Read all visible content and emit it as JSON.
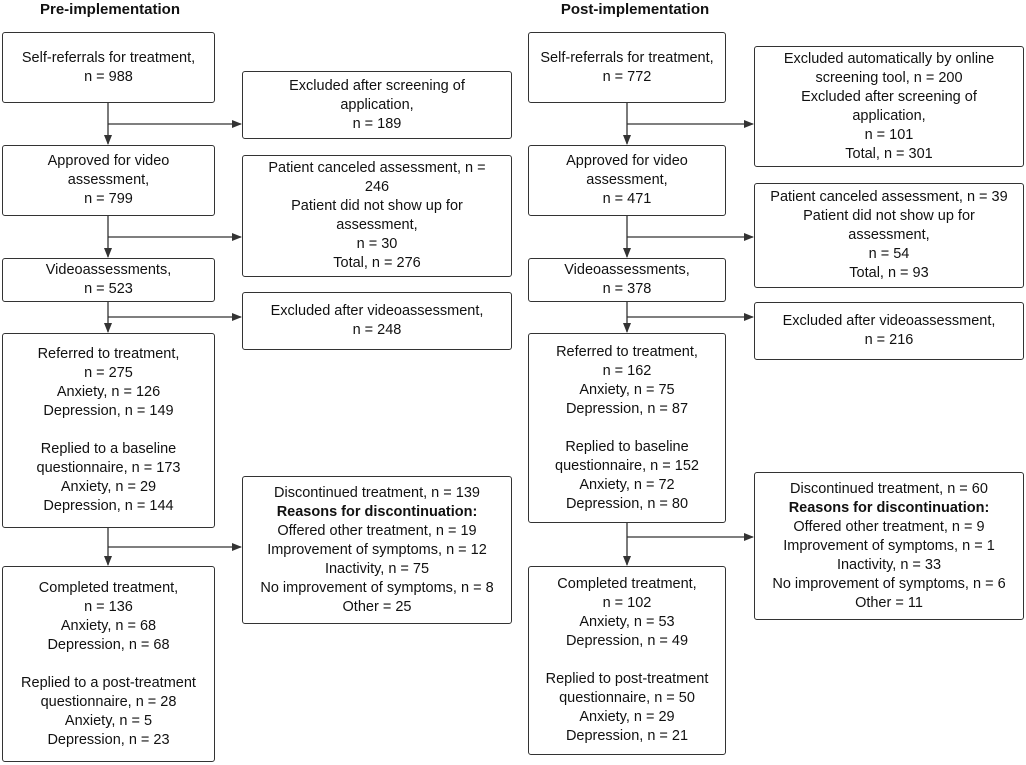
{
  "headings": {
    "pre": "Pre-implementation",
    "post": "Post-implementation"
  },
  "pre": {
    "self_referrals": [
      "Self-referrals for treatment,",
      "n = 988"
    ],
    "excluded_screening": [
      "Excluded after screening of",
      "application,",
      "n = 189"
    ],
    "approved": [
      "Approved for video",
      "assessment,",
      "n = 799"
    ],
    "canceled": [
      "Patient canceled assessment, n =",
      "246",
      "Patient did not show up for",
      "assessment,",
      "n = 30",
      "Total, n = 276"
    ],
    "videoassessments": [
      "Videoassessments,",
      "n = 523"
    ],
    "excluded_video": [
      "Excluded after videoassessment,",
      "n = 248"
    ],
    "referred": [
      "Referred to treatment,",
      "n = 275",
      "Anxiety, n = 126",
      "Depression, n = 149",
      "",
      "Replied to a baseline",
      "questionnaire, n = 173",
      "Anxiety, n = 29",
      "Depression, n = 144"
    ],
    "discontinued": [
      "Discontinued treatment, n = 139",
      "Reasons for discontinuation:",
      "Offered other treatment, n = 19",
      "Improvement of symptoms, n = 12",
      "Inactivity, n = 75",
      "No improvement of symptoms, n = 8",
      "Other = 25"
    ],
    "completed": [
      "Completed treatment,",
      "n = 136",
      "Anxiety, n = 68",
      "Depression, n = 68",
      "",
      "Replied to a post-treatment",
      "questionnaire, n = 28",
      "Anxiety, n = 5",
      "Depression, n = 23"
    ]
  },
  "post": {
    "self_referrals": [
      "Self-referrals for treatment,",
      "n = 772"
    ],
    "excluded_screening": [
      "Excluded automatically by online",
      "screening tool, n = 200",
      "Excluded after screening of",
      "application,",
      "n = 101",
      "Total, n = 301"
    ],
    "approved": [
      "Approved for video",
      "assessment,",
      "n = 471"
    ],
    "canceled": [
      "Patient canceled assessment, n = 39",
      "Patient did not show up for",
      "assessment,",
      "n = 54",
      "Total, n = 93"
    ],
    "videoassessments": [
      "Videoassessments,",
      "n = 378"
    ],
    "excluded_video": [
      "Excluded after videoassessment,",
      "n = 216"
    ],
    "referred": [
      "Referred to treatment,",
      "n = 162",
      "Anxiety, n = 75",
      "Depression, n = 87",
      "",
      "Replied to baseline",
      "questionnaire, n = 152",
      "Anxiety, n = 72",
      "Depression, n = 80"
    ],
    "discontinued": [
      "Discontinued treatment, n = 60",
      "Reasons for discontinuation:",
      "Offered other treatment, n = 9",
      "Improvement of symptoms, n = 1",
      "Inactivity, n = 33",
      "No improvement of symptoms, n = 6",
      "Other = 11"
    ],
    "completed": [
      "Completed treatment,",
      "n = 102",
      "Anxiety, n = 53",
      "Depression, n = 49",
      "",
      "Replied to post-treatment",
      "questionnaire, n = 50",
      "Anxiety, n = 29",
      "Depression, n = 21"
    ]
  }
}
